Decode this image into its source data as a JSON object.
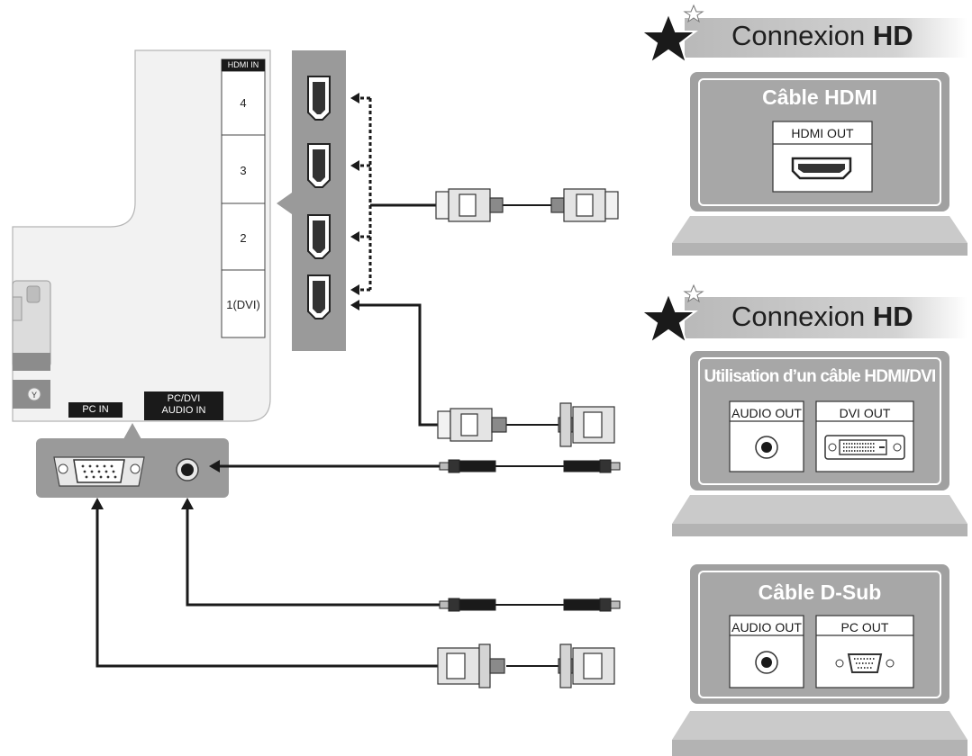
{
  "tv_panel": {
    "hdmi_in_label": "HDMI IN",
    "hdmi_ports": [
      "4",
      "3",
      "2",
      "1(DVI)"
    ],
    "pc_in_label": "PC IN",
    "pc_dvi_audio_in_label": "PC/DVI\nAUDIO IN"
  },
  "sections": [
    {
      "heading_normal": "Connexion ",
      "heading_bold": "HD",
      "panel_title": "Câble HDMI",
      "ports": [
        "HDMI OUT"
      ]
    },
    {
      "heading_normal": "Connexion ",
      "heading_bold": "HD",
      "panel_title": "Utilisation d’un câble HDMI/DVI",
      "ports": [
        "AUDIO OUT",
        "DVI OUT"
      ]
    },
    {
      "panel_title": "Câble D-Sub",
      "ports": [
        "AUDIO OUT",
        "PC OUT"
      ]
    }
  ],
  "colors": {
    "panel_gray": "#a7a7a7",
    "panel_inner": "#9a9a9a",
    "heading_bar": "#c4c4c4",
    "cable": "#1a1a1a"
  }
}
